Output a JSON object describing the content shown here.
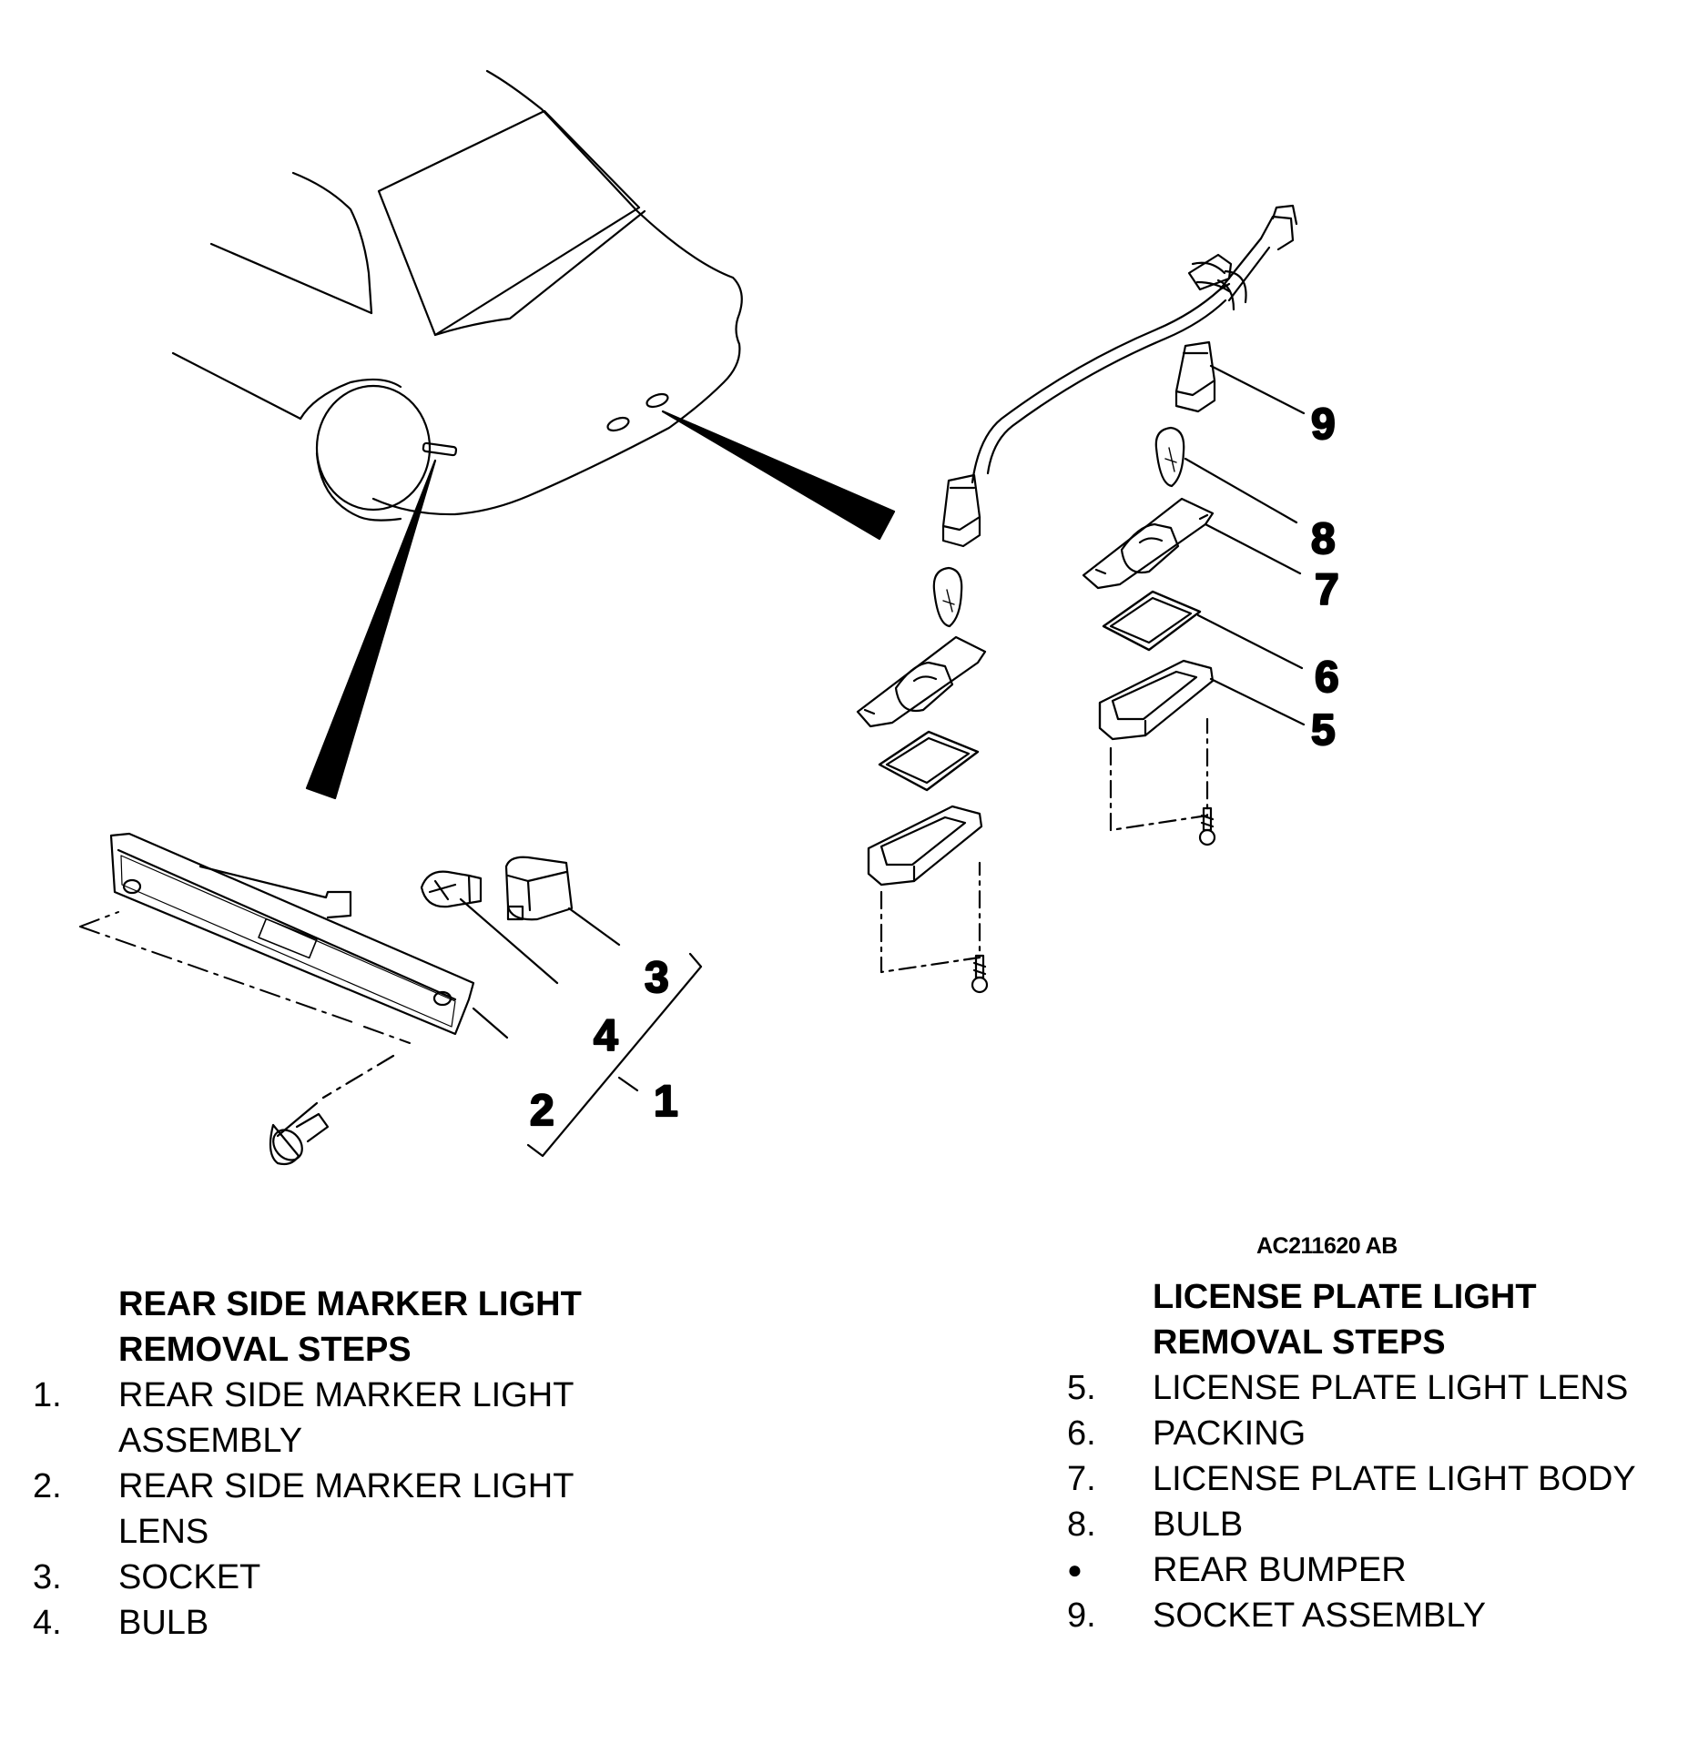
{
  "figure_code": "AC211620 AB",
  "callouts": [
    "1",
    "2",
    "3",
    "4",
    "5",
    "6",
    "7",
    "8",
    "9"
  ],
  "left_section": {
    "title_line1": "REAR SIDE MARKER LIGHT",
    "title_line2": "REMOVAL STEPS",
    "steps": [
      {
        "num": "1.",
        "line1": "REAR SIDE MARKER LIGHT",
        "line2": "ASSEMBLY"
      },
      {
        "num": "2.",
        "line1": "REAR SIDE MARKER LIGHT",
        "line2": "LENS"
      },
      {
        "num": "3.",
        "line1": "SOCKET",
        "line2": ""
      },
      {
        "num": "4.",
        "line1": "BULB",
        "line2": ""
      }
    ]
  },
  "right_section": {
    "title_line1": "LICENSE PLATE LIGHT",
    "title_line2": "REMOVAL STEPS",
    "steps": [
      {
        "num": "5.",
        "text": "LICENSE PLATE LIGHT LENS"
      },
      {
        "num": "6.",
        "text": "PACKING"
      },
      {
        "num": "7.",
        "text": "LICENSE PLATE LIGHT BODY"
      },
      {
        "num": "8.",
        "text": "BULB"
      },
      {
        "num": "●",
        "text": "REAR BUMPER"
      },
      {
        "num": "9.",
        "text": "SOCKET ASSEMBLY"
      }
    ]
  }
}
